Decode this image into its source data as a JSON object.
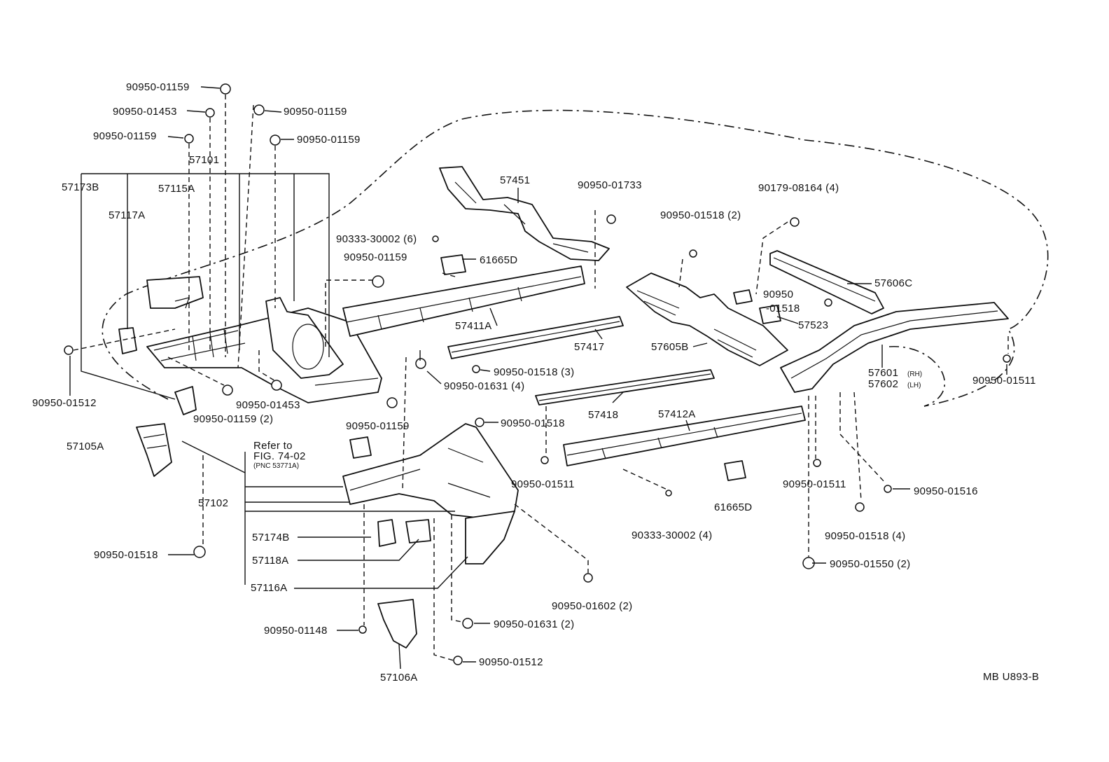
{
  "labels": {
    "l01": "90950-01159",
    "l02": "90950-01453",
    "l03": "90950-01159",
    "l04": "90950-01159",
    "l05": "90950-01159",
    "l06": "57101",
    "l07": "57173B",
    "l08": "57115A",
    "l09": "57117A",
    "l10": "57451",
    "l11": "90950-01733",
    "l12": "90179-08164 (4)",
    "l13": "90950-01518 (2)",
    "l14": "90333-30002 (6)",
    "l15": "90950-01159",
    "l16": "61665D",
    "l17": "57606C",
    "l18": "90950",
    "l19": "-01518",
    "l20": "57523",
    "l21": "57411A",
    "l22": "57417",
    "l23": "57605B",
    "l24": "90950-01518 (3)",
    "l25": "90950-01631 (4)",
    "l26": "57601",
    "l26s": "(RH)",
    "l27": "57602",
    "l27s": "(LH)",
    "l28": "90950-01511",
    "l29": "90950-01512",
    "l30": "90950-01453",
    "l31": "90950-01159 (2)",
    "l32": "90950-01159",
    "l33": "57418",
    "l34": "57412A",
    "l35": "57105A",
    "l36": "90950-01518",
    "l37": "Refer to",
    "l38": "FIG. 74-02",
    "l39": "(PNC 53771A)",
    "l40": "90950-01511",
    "l41": "90950-01511",
    "l42": "90950-01516",
    "l43": "57102",
    "l44": "61665D",
    "l45": "90333-30002 (4)",
    "l46": "90950-01518 (4)",
    "l47": "57174B",
    "l48": "57118A",
    "l49": "57116A",
    "l50": "90950-01518",
    "l51": "90950-01550 (2)",
    "l52": "90950-01602 (2)",
    "l53": "90950-01631 (2)",
    "l54": "90950-01148",
    "l55": "90950-01512",
    "l56": "57106A",
    "l57": "MB U893-B"
  }
}
